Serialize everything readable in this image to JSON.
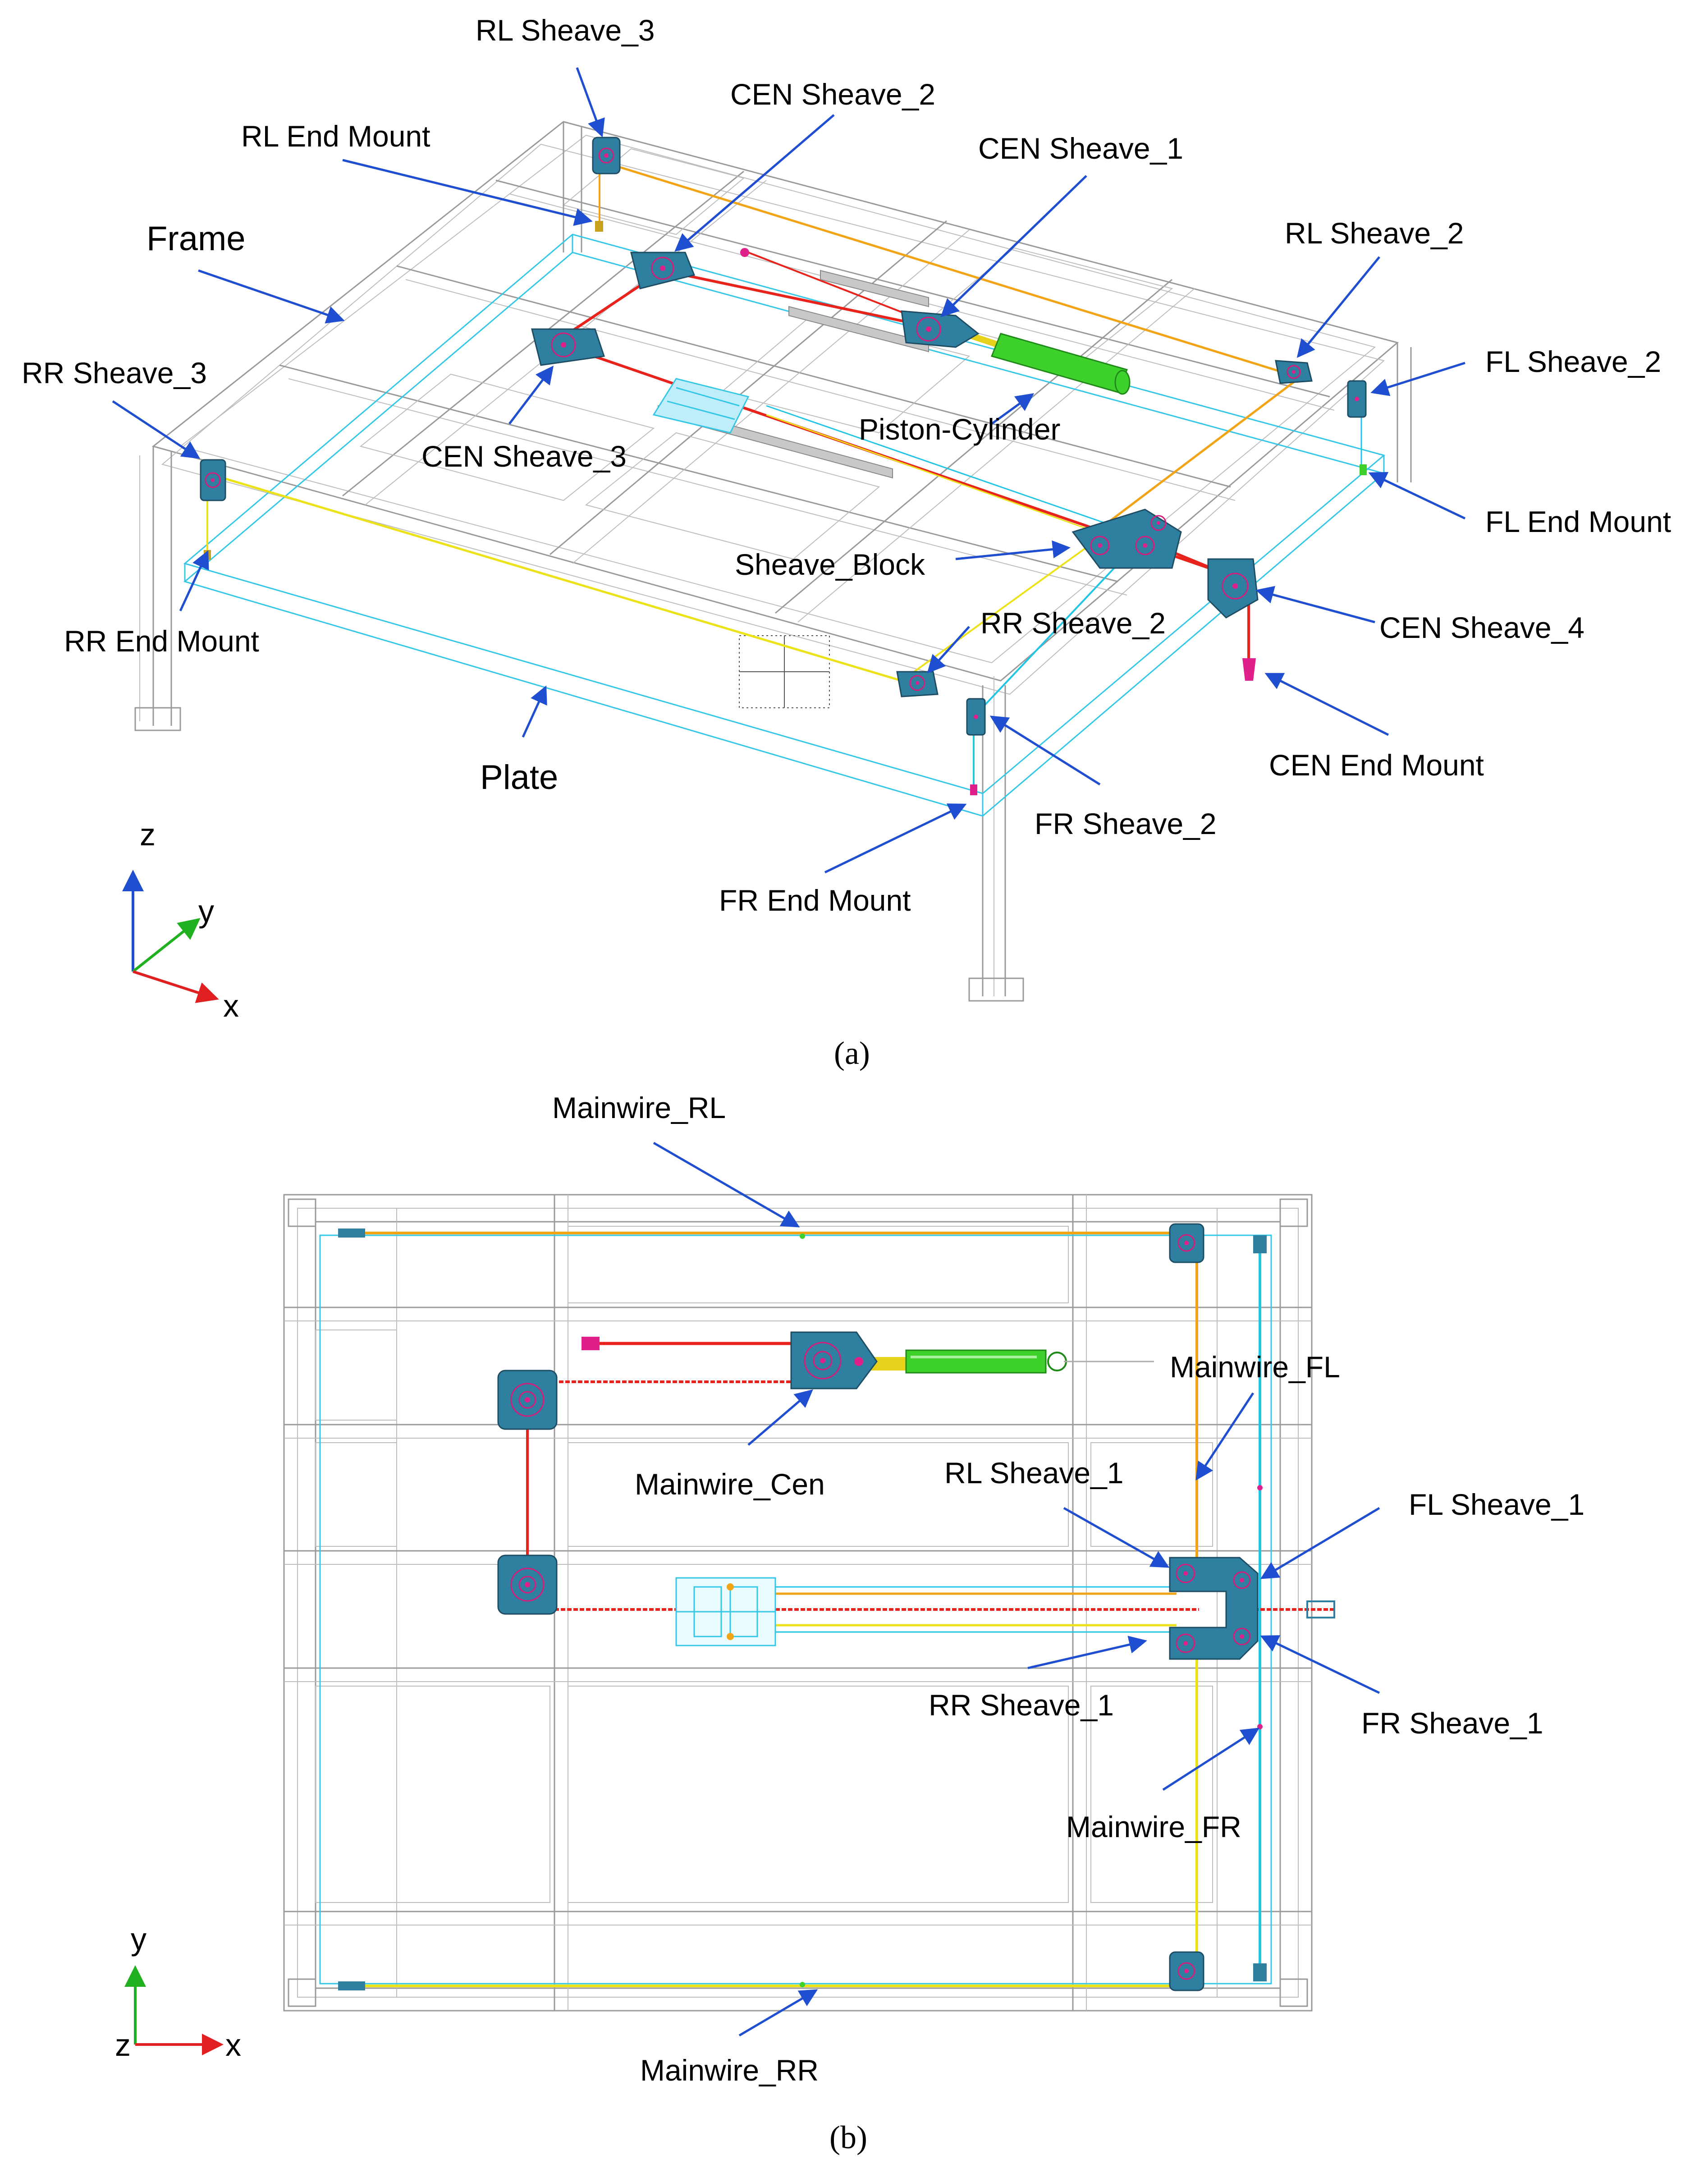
{
  "panel_a": {
    "labels": {
      "rl_sheave_3": "RL Sheave_3",
      "cen_sheave_2": "CEN Sheave_2",
      "rl_end_mount": "RL End Mount",
      "cen_sheave_1": "CEN Sheave_1",
      "frame": "Frame",
      "rl_sheave_2": "RL Sheave_2",
      "fl_sheave_2": "FL Sheave_2",
      "rr_sheave_3": "RR Sheave_3",
      "piston_cylinder": "Piston-Cylinder",
      "cen_sheave_3": "CEN Sheave_3",
      "fl_end_mount": "FL End Mount",
      "sheave_block": "Sheave_Block",
      "rr_sheave_2": "RR Sheave_2",
      "cen_sheave_4": "CEN Sheave_4",
      "rr_end_mount": "RR End Mount",
      "cen_end_mount": "CEN End Mount",
      "plate": "Plate",
      "fr_sheave_2": "FR Sheave_2",
      "fr_end_mount": "FR End Mount"
    },
    "axes": {
      "z": "z",
      "y": "y",
      "x": "x"
    },
    "caption": "(a)"
  },
  "panel_b": {
    "labels": {
      "mainwire_rl": "Mainwire_RL",
      "mainwire_fl": "Mainwire_FL",
      "mainwire_cen": "Mainwire_Cen",
      "rl_sheave_1": "RL Sheave_1",
      "fl_sheave_1": "FL Sheave_1",
      "rr_sheave_1": "RR Sheave_1",
      "fr_sheave_1": "FR Sheave_1",
      "mainwire_fr": "Mainwire_FR",
      "mainwire_rr": "Mainwire_RR"
    },
    "axes": {
      "y": "y",
      "z": "z",
      "x": "x"
    },
    "caption": "(b)"
  },
  "colors": {
    "leader": "#1f4fd0",
    "wire_red": "#e8231c",
    "wire_orange": "#f2a417",
    "wire_yellow": "#ece21a",
    "wire_cyan": "#22c6e4",
    "cylinder_green": "#3ed12c",
    "sheave_teal": "#2f7fa0",
    "axis_x": "#e02020",
    "axis_y": "#20b020",
    "axis_z": "#1f4fd0"
  }
}
